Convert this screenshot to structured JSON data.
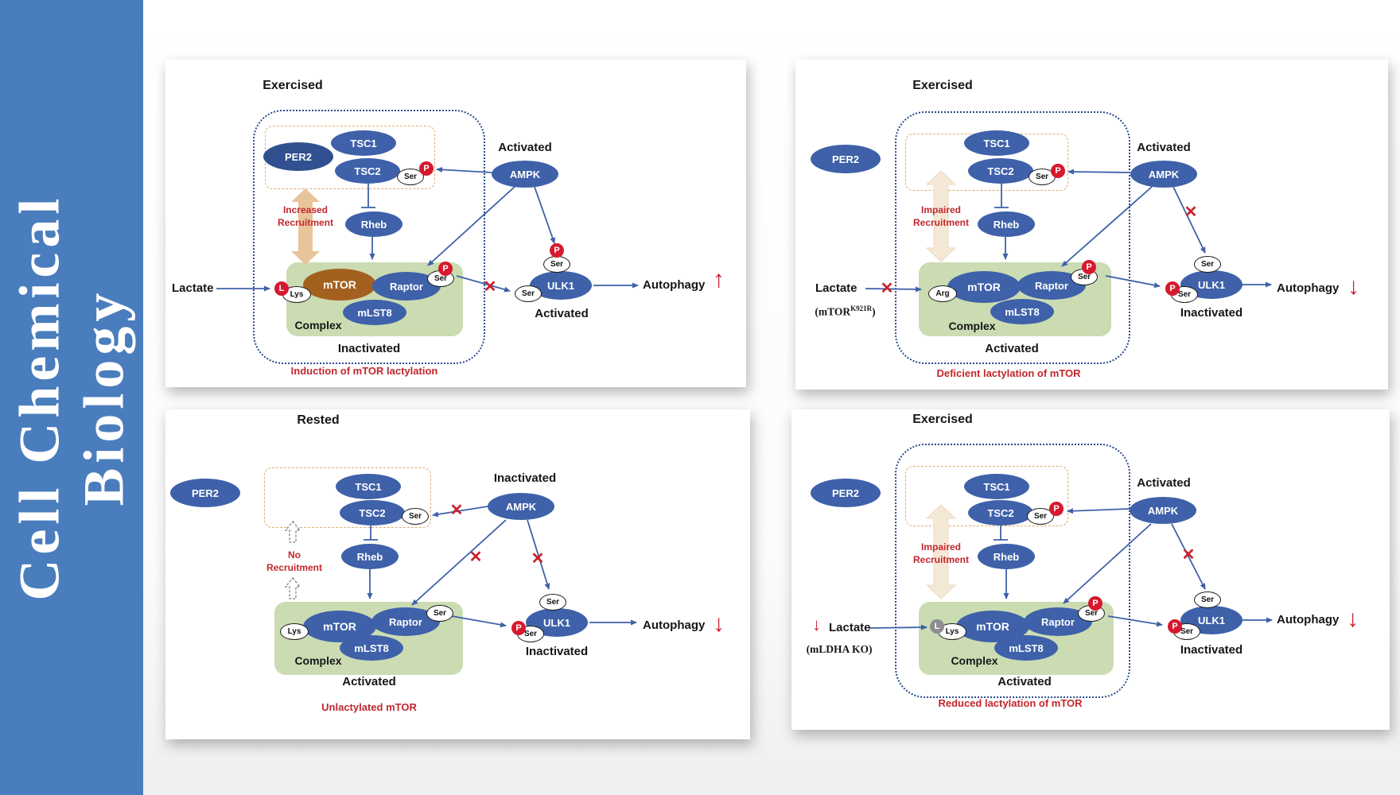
{
  "sidebar": {
    "title_line1": "Cell Chemical",
    "title_line2": "Biology"
  },
  "shared": {
    "per2": "PER2",
    "tsc1": "TSC1",
    "tsc2": "TSC2",
    "rheb": "Rheb",
    "mtor": "mTOR",
    "raptor": "Raptor",
    "mlst8": "mLST8",
    "ampk": "AMPK",
    "ulk1": "ULK1",
    "ser": "Ser",
    "lys": "Lys",
    "arg": "Arg",
    "p": "P",
    "l": "L",
    "complex": "Complex",
    "autophagy": "Autophagy"
  },
  "icons": {
    "x_mark": "✕",
    "arrow_up": "↑",
    "arrow_down": "↓"
  },
  "colors": {
    "sidebar_blue": "#4a7dbd",
    "node_blue": "#3e61a9",
    "mtor_brown": "#a4601f",
    "complex_green": "#cbdcb3",
    "red": "#c1272d",
    "phospho_red": "#d6192e"
  },
  "panels": {
    "p1": {
      "title": "Exercised",
      "recruitment_line1": "Increased",
      "recruitment_line2": "Recruitment",
      "ampk_state": "Activated",
      "ulk1_state": "Activated",
      "complex_state": "Inactivated",
      "lactate": "Lactate",
      "caption": "Induction of mTOR lactylation",
      "autophagy_direction": "up"
    },
    "p2": {
      "title": "Exercised",
      "recruitment_line1": "Impaired",
      "recruitment_line2": "Recruitment",
      "ampk_state": "Activated",
      "ulk1_state": "Inactivated",
      "complex_state": "Activated",
      "lactate": "Lactate",
      "lactate_variant": {
        "prefix": "(mTOR",
        "sup": "K921R",
        "suffix": ")"
      },
      "caption": "Deficient lactylation of mTOR",
      "autophagy_direction": "down"
    },
    "p3": {
      "title": "Rested",
      "recruitment_line1": "No",
      "recruitment_line2": "Recruitment",
      "ampk_state": "Inactivated",
      "ulk1_state": "Inactivated",
      "complex_state": "Activated",
      "caption": "Unlactylated mTOR",
      "autophagy_direction": "down"
    },
    "p4": {
      "title": "Exercised",
      "recruitment_line1": "Impaired",
      "recruitment_line2": "Recruitment",
      "ampk_state": "Activated",
      "ulk1_state": "Inactivated",
      "complex_state": "Activated",
      "lactate": "Lactate",
      "lactate_variant": "(mLDHA KO)",
      "caption": "Reduced lactylation of mTOR",
      "autophagy_direction": "down"
    }
  }
}
